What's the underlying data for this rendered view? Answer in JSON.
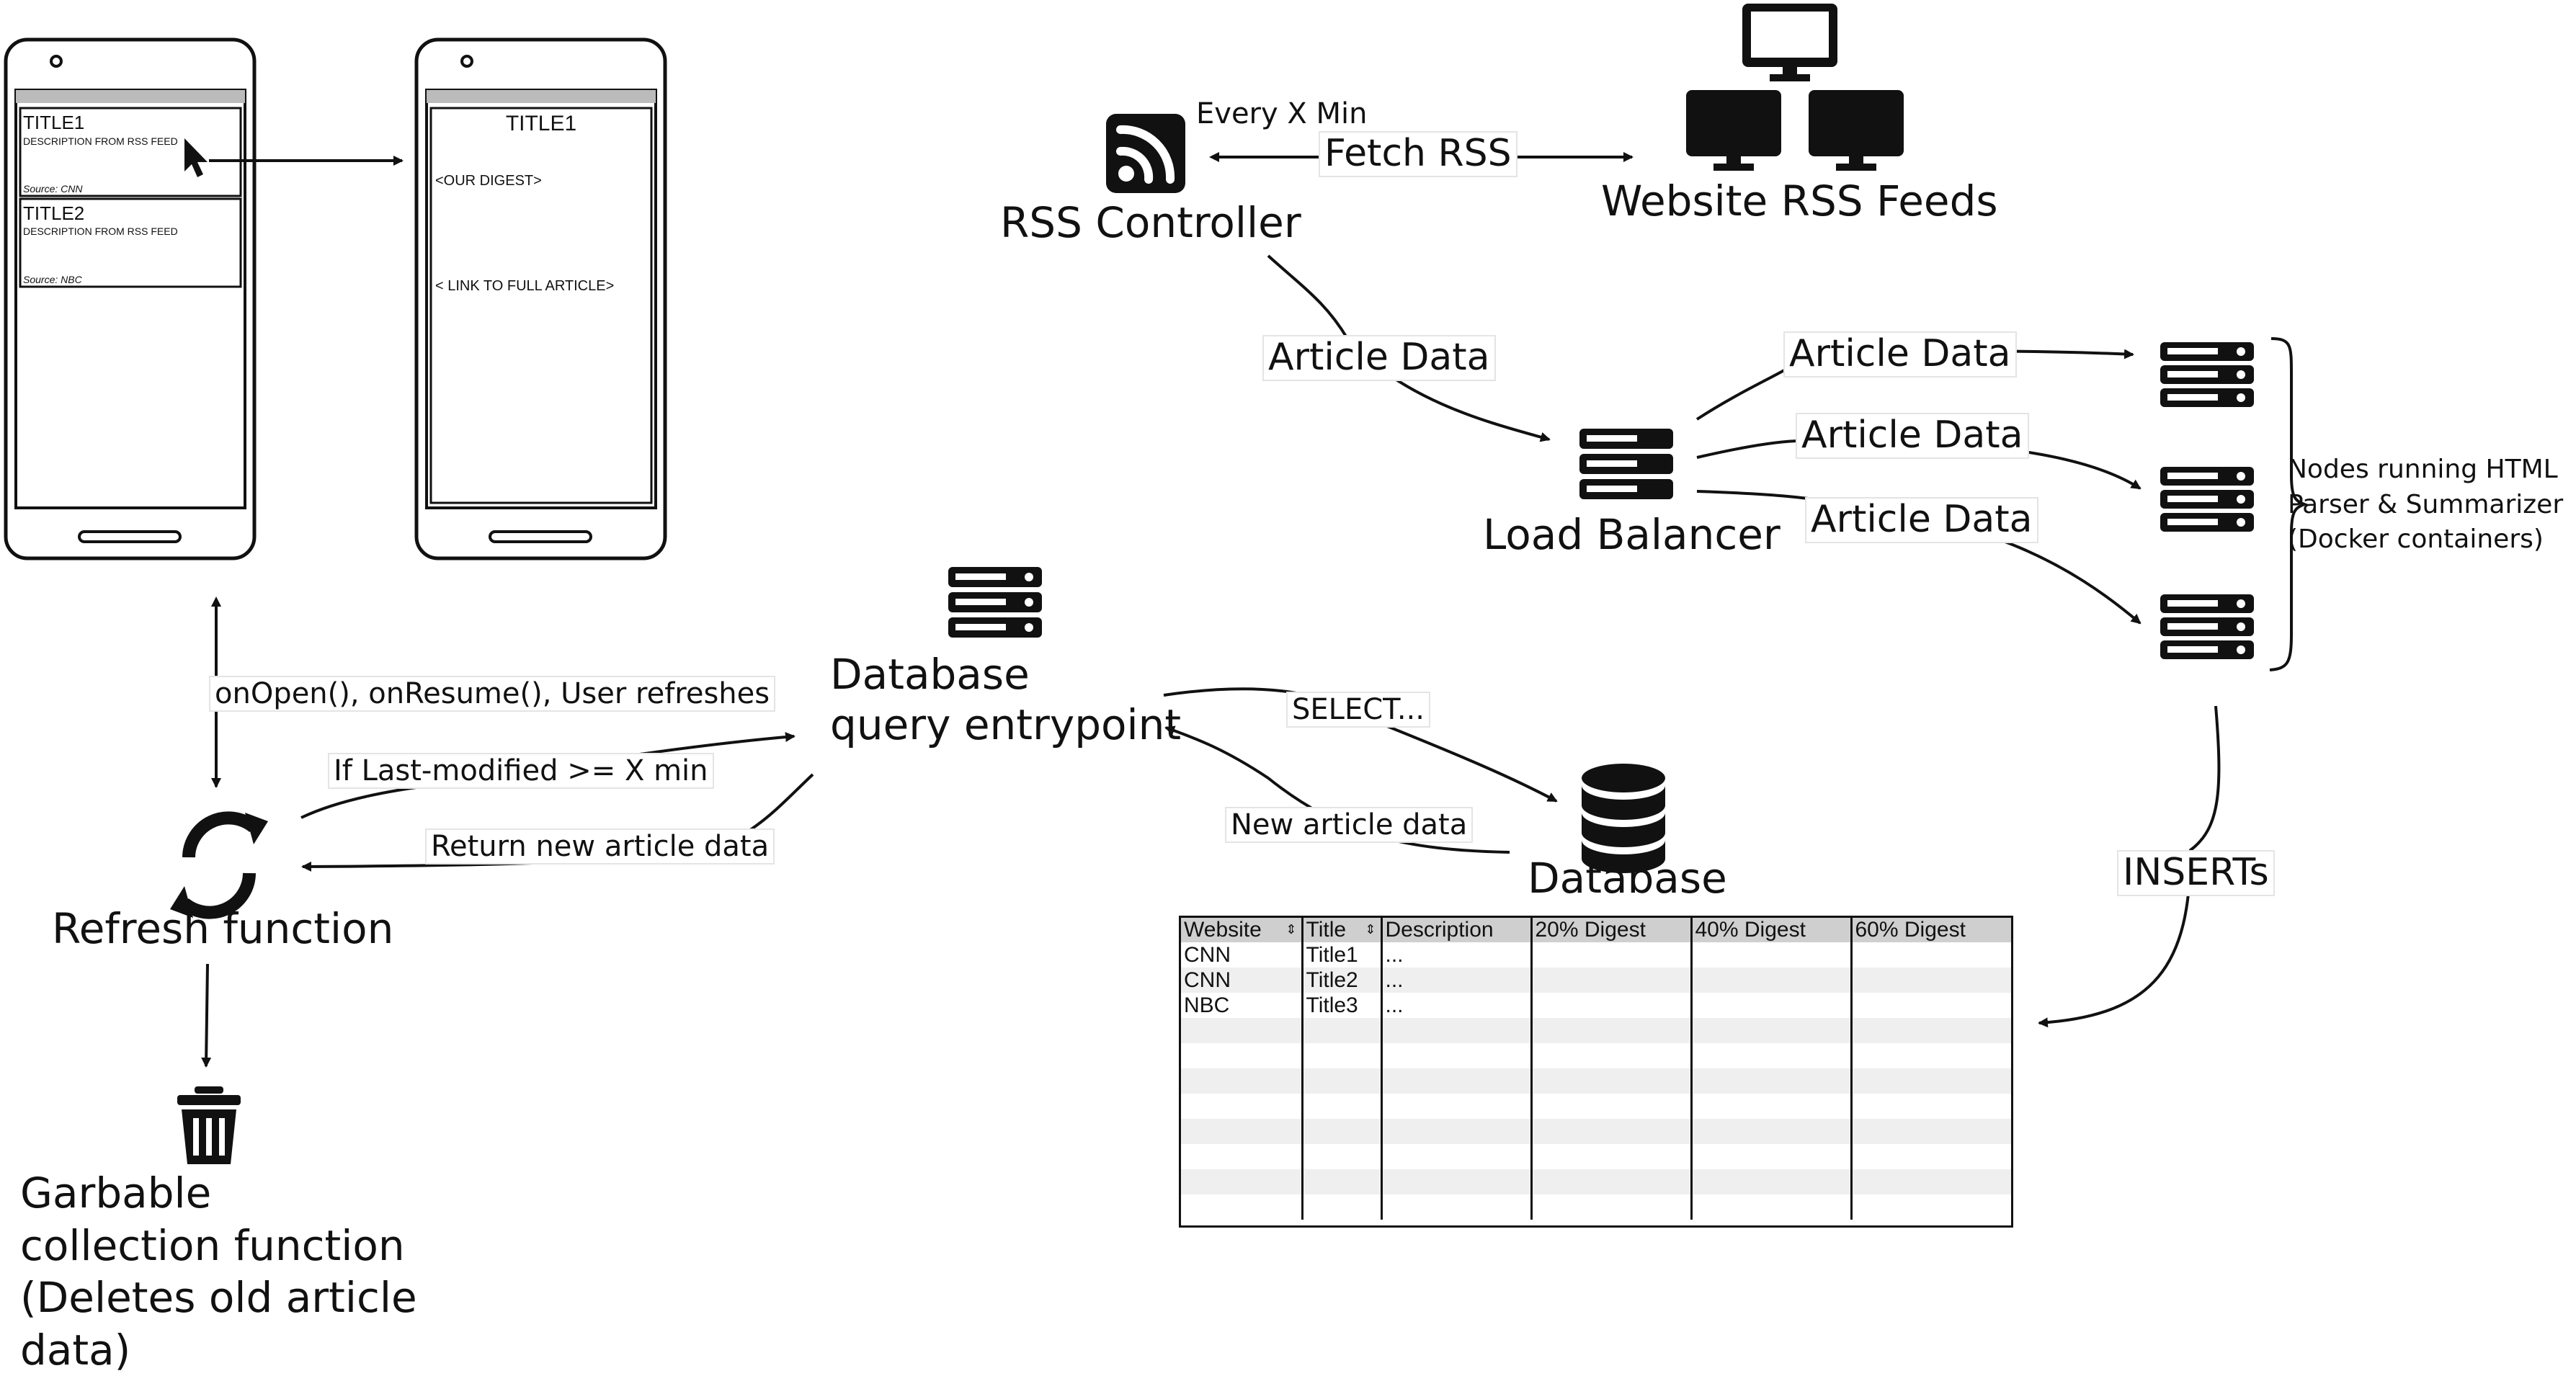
{
  "phone_left": {
    "items": [
      {
        "title": "TITLE1",
        "description": "DESCRIPTION FROM RSS FEED",
        "source": "Source: CNN"
      },
      {
        "title": "TITLE2",
        "description": "DESCRIPTION FROM RSS FEED",
        "source": "Source: NBC"
      }
    ]
  },
  "phone_right": {
    "title": "TITLE1",
    "digest": "<OUR DIGEST>",
    "link": "< LINK TO FULL ARTICLE>"
  },
  "rss": {
    "controller_label": "RSS Controller",
    "every_x_min": "Every X Min",
    "fetch_label": "Fetch RSS",
    "feeds_label": "Website RSS Feeds"
  },
  "load_balancer": {
    "label": "Load Balancer",
    "article_data_in": "Article Data",
    "article_data_out": [
      "Article Data",
      "Article Data",
      "Article Data"
    ]
  },
  "nodes": {
    "label": "Nodes running HTML Parser & Summarizer (Docker containers)",
    "inserts_label": "INSERTs"
  },
  "db_query": {
    "label_line1": "Database",
    "label_line2": "query entrypoint",
    "select_label": "SELECT...",
    "new_data_label": "New article data"
  },
  "database": {
    "label": "Database",
    "table": {
      "columns": [
        "Website",
        "Title",
        "Description",
        "20% Digest",
        "40% Digest",
        "60% Digest"
      ],
      "rows": [
        [
          "CNN",
          "Title1",
          "...",
          "",
          "",
          ""
        ],
        [
          "CNN",
          "Title2",
          "...",
          "",
          "",
          ""
        ],
        [
          "NBC",
          "Title3",
          "...",
          "",
          "",
          ""
        ],
        [
          "",
          "",
          "",
          "",
          "",
          ""
        ],
        [
          "",
          "",
          "",
          "",
          "",
          ""
        ],
        [
          "",
          "",
          "",
          "",
          "",
          ""
        ],
        [
          "",
          "",
          "",
          "",
          "",
          ""
        ],
        [
          "",
          "",
          "",
          "",
          "",
          ""
        ],
        [
          "",
          "",
          "",
          "",
          "",
          ""
        ],
        [
          "",
          "",
          "",
          "",
          "",
          ""
        ],
        [
          "",
          "",
          "",
          "",
          "",
          ""
        ]
      ]
    }
  },
  "refresh": {
    "label": "Refresh function",
    "trigger_label": "onOpen(), onResume(), User refreshes",
    "condition_label": "If Last-modified >= X min",
    "return_label": "Return new article data"
  },
  "garbage": {
    "label": "Garbable collection function (Deletes old article data)"
  }
}
